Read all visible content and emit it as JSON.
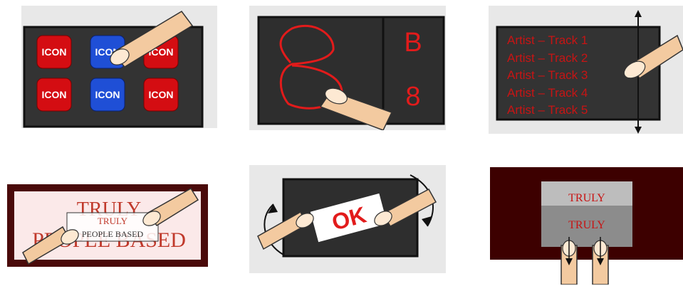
{
  "panel1": {
    "icon_labels": [
      "ICON",
      "ICON",
      "ICON",
      "ICON",
      "ICON",
      "ICON"
    ],
    "colors": {
      "red": "#d40d12",
      "blue": "#1f4fd6",
      "screen": "#333333",
      "background": "#e8e8e8",
      "finger": "#f3caa0"
    }
  },
  "panel2": {
    "recognized_top": "B",
    "recognized_bottom": "8",
    "colors": {
      "ink": "#e21b1b",
      "screen": "#2e2e2e"
    }
  },
  "panel3": {
    "tracks": [
      "Artist – Track 1",
      "Artist – Track 2",
      "Artist – Track 3",
      "Artist – Track 4",
      "Artist – Track 5"
    ],
    "colors": {
      "text": "#c81414",
      "screen": "#333333"
    }
  },
  "panel4": {
    "background_words": [
      "TRULY",
      "PEOPLE BASED"
    ],
    "zoom_box_words": [
      "TRULY",
      "PEOPLE BASED"
    ],
    "colors": {
      "frame": "#4a0a0a",
      "ink": "#c0392b"
    }
  },
  "panel5": {
    "card_text": "OK",
    "colors": {
      "screen": "#2e2e2e",
      "ink": "#e21b1b"
    }
  },
  "panel6": {
    "words": [
      "TRULY",
      "TRULY"
    ],
    "colors": {
      "frame": "#3d0000",
      "ink": "#c81414"
    }
  }
}
